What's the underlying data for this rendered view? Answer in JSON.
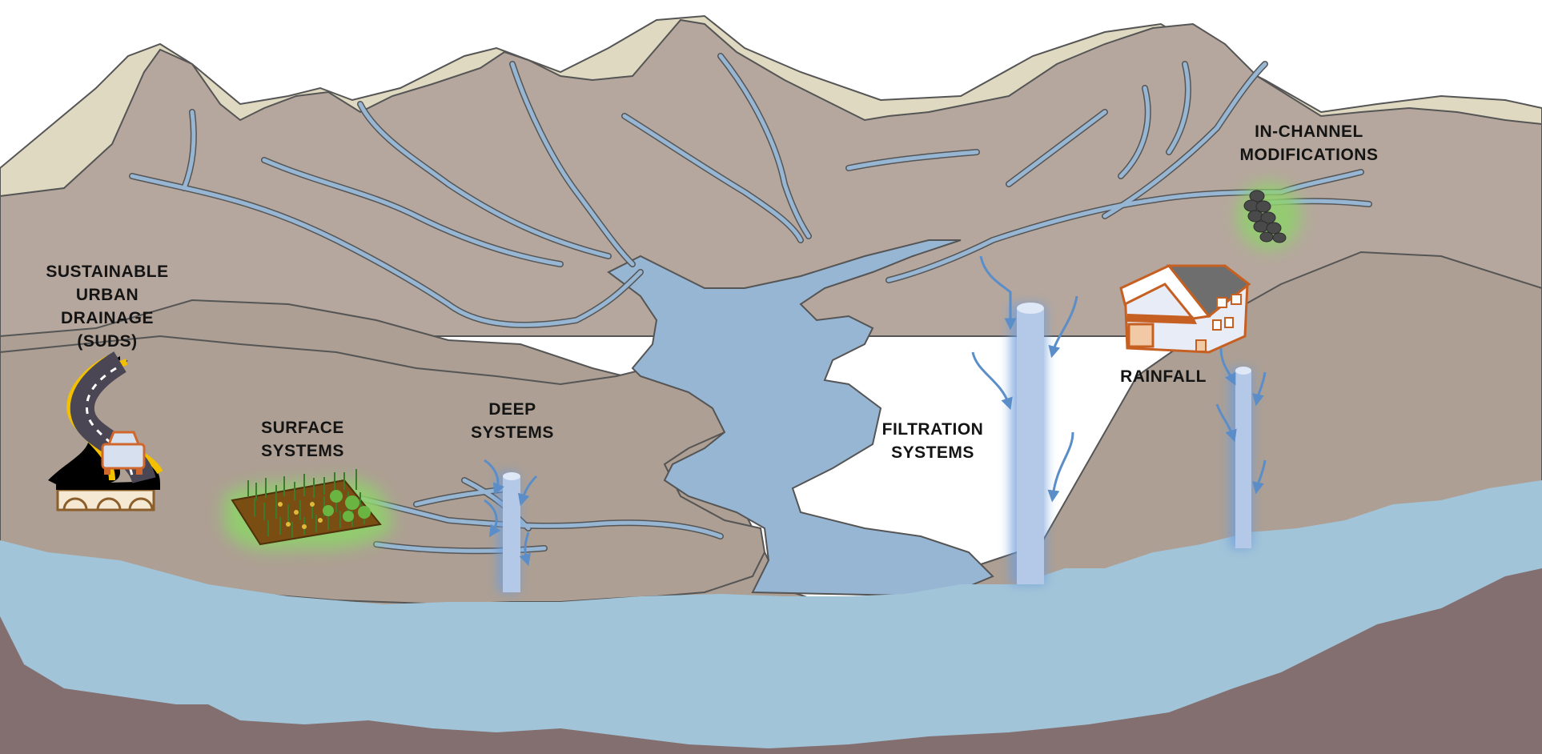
{
  "labels": {
    "suds": [
      "SUSTAINABLE",
      "URBAN",
      "DRAINAGE",
      "(SUDS)"
    ],
    "surface": [
      "SURFACE",
      "SYSTEMS"
    ],
    "deep": [
      "DEEP",
      "SYSTEMS"
    ],
    "filtration": [
      "FILTRATION",
      "SYSTEMS"
    ],
    "rainfall": [
      "RAINFALL"
    ],
    "in_channel": [
      "IN-CHANNEL",
      "MODIFICATIONS"
    ]
  },
  "colors": {
    "sky": "#ffffff",
    "far_hills": "#e0d9c2",
    "mountains": "#b5a79d",
    "mid_ground": "#ad9f93",
    "groundwater": "#a2c4d8",
    "bedrock": "#836f6f",
    "river": "#97b6d3",
    "outline": "#4a4a4a",
    "infiltration_column": "#b4c8e8",
    "flow_arrow": "#5b8ec8",
    "vegetation_glow": "#8fd16a"
  },
  "icons": [
    "road-with-car-icon",
    "planted-garden-icon",
    "house-icon",
    "rock-weir-icon"
  ]
}
